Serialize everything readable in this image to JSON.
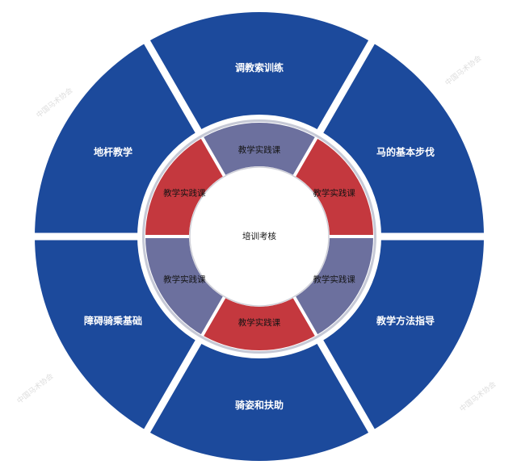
{
  "diagram": {
    "center_label": "培训考核",
    "outer_ring": [
      {
        "label": "调教索训练",
        "color": "#1c4a9c"
      },
      {
        "label": "马的基本步伐",
        "color": "#1c4a9c"
      },
      {
        "label": "教学方法指导",
        "color": "#1c4a9c"
      },
      {
        "label": "骑姿和扶助",
        "color": "#1c4a9c"
      },
      {
        "label": "障碍骑乘基础",
        "color": "#1c4a9c"
      },
      {
        "label": "地杆教学",
        "color": "#1c4a9c"
      }
    ],
    "inner_ring": [
      {
        "label": "教学实践课",
        "color": "#6c709e"
      },
      {
        "label": "教学实践课",
        "color": "#c4383e"
      },
      {
        "label": "教学实践课",
        "color": "#6c709e"
      },
      {
        "label": "教学实践课",
        "color": "#c4383e"
      },
      {
        "label": "教学实践课",
        "color": "#6c709e"
      },
      {
        "label": "教学实践课",
        "color": "#c4383e"
      }
    ],
    "colors": {
      "outer_text": "#ffffff",
      "inner_text": "#141414",
      "center_text": "#141414",
      "center_fill": "#ffffff",
      "center_outline": "#cfd0d8",
      "ring_outline": "#c6c9d6",
      "divider": "#ffffff"
    }
  },
  "watermark": {
    "text": "中国马术协会"
  }
}
